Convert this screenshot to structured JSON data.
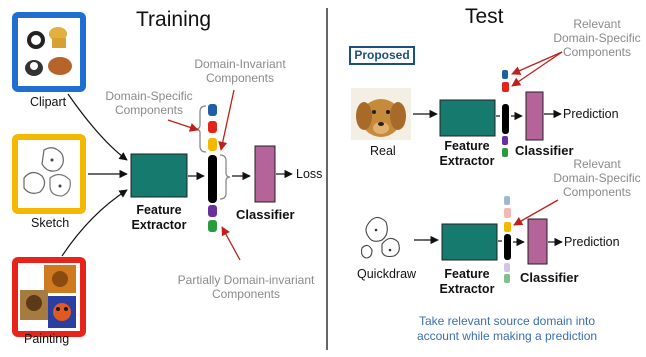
{
  "training": {
    "title": "Training",
    "domains": {
      "clipart": "Clipart",
      "sketch": "Sketch",
      "painting": "Painting"
    },
    "feature_extractor": [
      "Feature",
      "Extractor"
    ],
    "classifier": "Classifier",
    "loss": "Loss",
    "domain_specific": [
      "Domain-Specific",
      "Components"
    ],
    "domain_invariant": [
      "Domain-Invariant",
      "Components"
    ],
    "partially_invariant": [
      "Partially Domain-invariant",
      "Components"
    ]
  },
  "test": {
    "title": "Test",
    "proposed": "Proposed",
    "relevant_1": [
      "Relevant",
      "Domain-Specific",
      "Components"
    ],
    "relevant_2": [
      "Relevant",
      "Domain-Specific",
      "Components"
    ],
    "real": "Real",
    "quickdraw": "Quickdraw",
    "feature_extractor_1": [
      "Feature",
      "Extractor"
    ],
    "feature_extractor_2": [
      "Feature",
      "Extractor"
    ],
    "classifier_1": "Classifier",
    "classifier_2": "Classifier",
    "prediction_1": "Prediction",
    "prediction_2": "Prediction",
    "footnote": [
      "Take relevant source domain into",
      "account while making a prediction"
    ]
  },
  "colors": {
    "clipart_frame": "#1f6fd1",
    "sketch_frame": "#f5b800",
    "painting_frame": "#e8231a",
    "extractor": "#177a6e",
    "classifier": "#b5649a",
    "invariant_bar": "#000000",
    "comp_blue": "#1f5fa8",
    "comp_red": "#e3241b",
    "comp_yellow": "#f5b800",
    "comp_purple": "#6a2fa0",
    "comp_green": "#2a9a3e",
    "red_arrow": "#c0201a",
    "footnote_text": "#3a6fb0"
  }
}
